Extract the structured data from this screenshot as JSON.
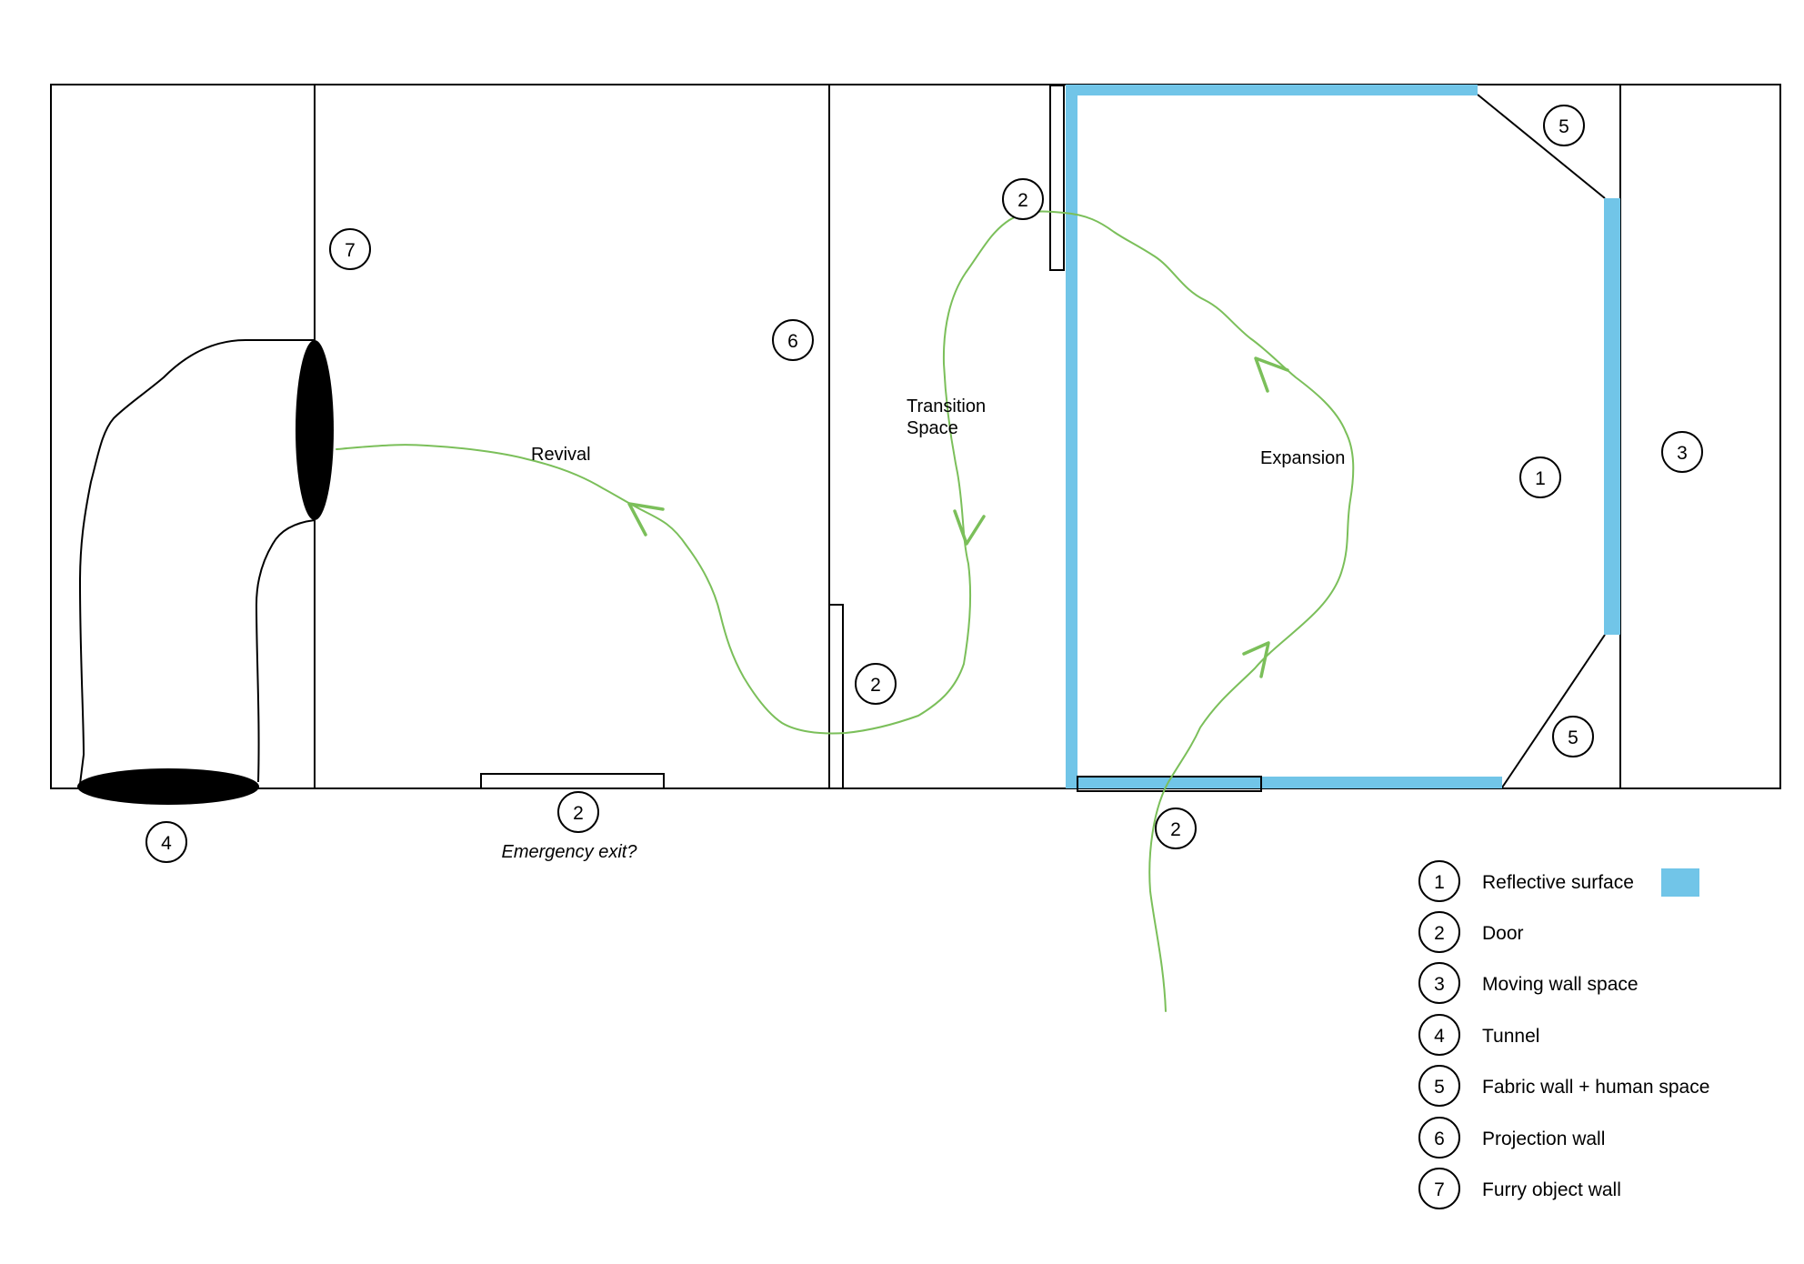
{
  "rooms": {
    "revival": "Revival",
    "transition_line1": "Transition",
    "transition_line2": "Space",
    "expansion": "Expansion"
  },
  "notes": {
    "emergency_exit": "Emergency exit?"
  },
  "markers": {
    "m7": "7",
    "m6": "6",
    "m2_top": "2",
    "m2_mid": "2",
    "m2_bottom_left": "2",
    "m2_bottom_right": "2",
    "m5_top": "5",
    "m5_bottom": "5",
    "m1": "1",
    "m3": "3",
    "m4": "4"
  },
  "legend": {
    "items": [
      {
        "num": "1",
        "label": "Reflective surface"
      },
      {
        "num": "2",
        "label": "Door"
      },
      {
        "num": "3",
        "label": "Moving wall space"
      },
      {
        "num": "4",
        "label": "Tunnel"
      },
      {
        "num": "5",
        "label": "Fabric wall + human space"
      },
      {
        "num": "6",
        "label": "Projection wall"
      },
      {
        "num": "7",
        "label": "Furry object wall"
      }
    ],
    "swatch_color": "#71c5e8"
  },
  "colors": {
    "reflective": "#71c5e8",
    "path": "#7bbf5a",
    "line": "#000000"
  }
}
